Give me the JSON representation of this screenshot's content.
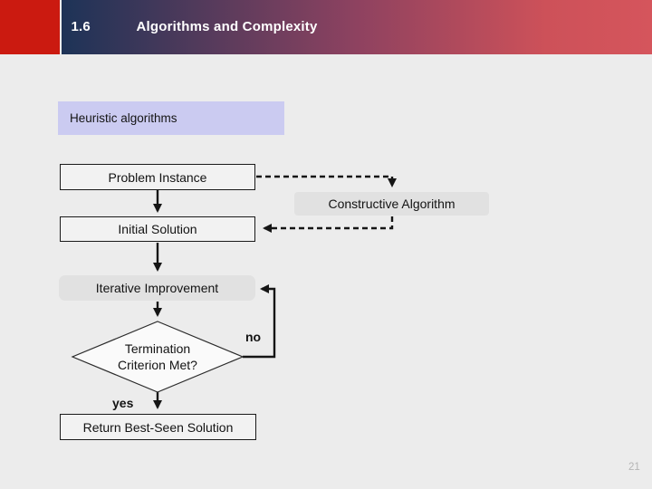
{
  "header": {
    "section": "1.6",
    "title": "Algorithms and Complexity"
  },
  "subtitle": {
    "label": "Heuristic algorithms"
  },
  "flowchart": {
    "problem_instance": "Problem Instance",
    "constructive_algorithm": "Constructive Algorithm",
    "initial_solution": "Initial Solution",
    "iterative_improvement": "Iterative Improvement",
    "decision_line1": "Termination",
    "decision_line2": "Criterion Met?",
    "return_solution": "Return Best-Seen Solution",
    "branch_no": "no",
    "branch_yes": "yes"
  },
  "footer": {
    "page_number": "21"
  },
  "colors": {
    "accent_red": "#cb1a10",
    "header_gradient_start": "#1d3357",
    "header_gradient_end": "#d5555c",
    "subtitle_bg": "#cbcbf1",
    "slide_bg": "#ececec",
    "node_gray": "#e1e1e1"
  }
}
